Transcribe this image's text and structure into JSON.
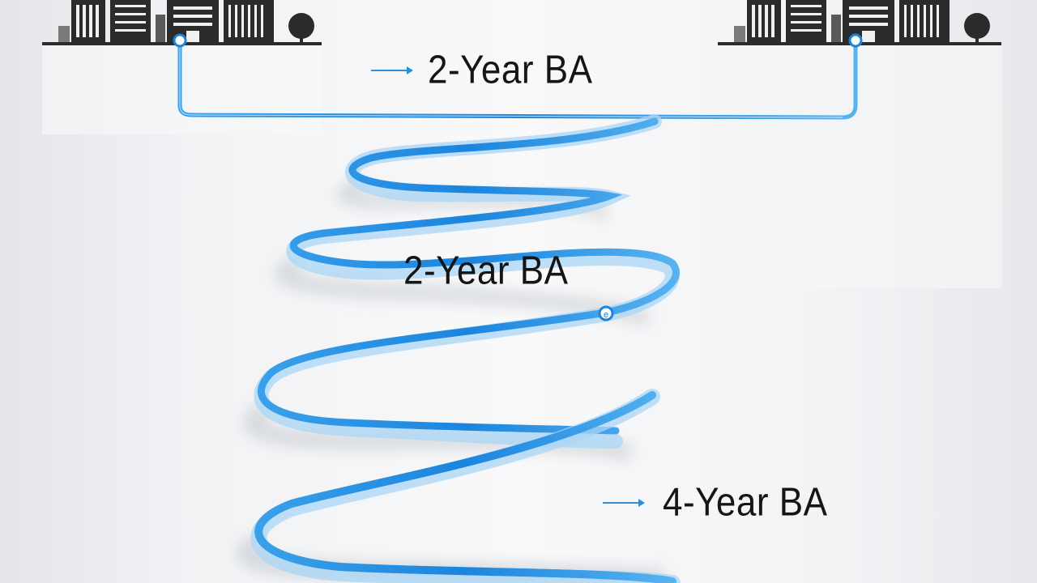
{
  "labels": {
    "top": "2-Year BA",
    "middle": "2-Year BA",
    "bottom": "4-Year BA"
  },
  "colors": {
    "ribbon": "#1f8ae0",
    "ribbon_light": "#9dd0f4",
    "buildings": "#2b2b2b",
    "arrow": "#2f8fd6"
  },
  "icons": {
    "left_campus": "city-buildings-icon",
    "right_campus": "city-buildings-icon",
    "ribbon_marker": "waypoint-node-icon"
  }
}
